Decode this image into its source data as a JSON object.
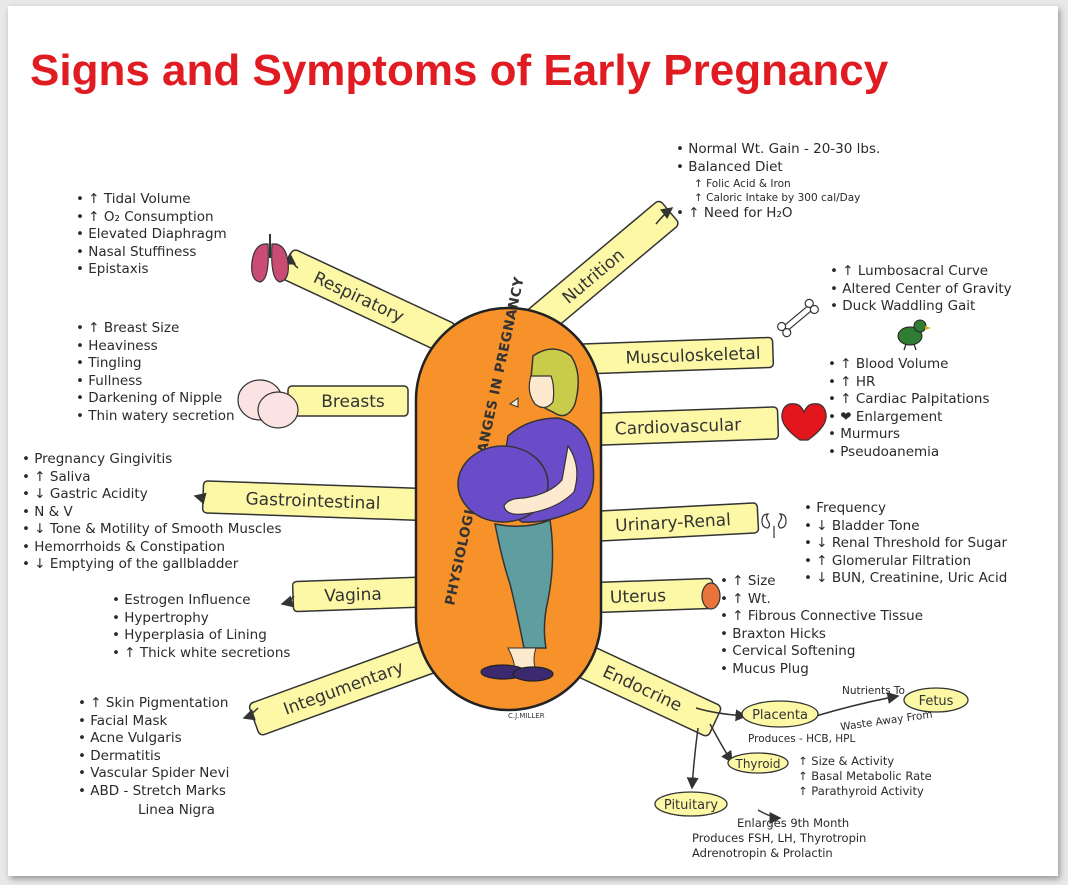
{
  "title": "Signs and Symptoms of Early Pregnancy",
  "center_label": "PHYSIOLOGICAL CHANGES IN PREGNANCY",
  "signature": "C.J.MILLER",
  "systems": {
    "respiratory": "Respiratory",
    "nutrition": "Nutrition",
    "musculoskeletal": "Musculoskeletal",
    "breasts": "Breasts",
    "cardiovascular": "Cardiovascular",
    "gastrointestinal": "Gastrointestinal",
    "urinary": "Urinary-Renal",
    "vagina": "Vagina",
    "uterus": "Uterus",
    "integumentary": "Integumentary",
    "endocrine": "Endocrine"
  },
  "respiratory_items": [
    "↑ Tidal Volume",
    "↑ O₂ Consumption",
    "Elevated Diaphragm",
    "Nasal Stuffiness",
    "Epistaxis"
  ],
  "nutrition_items": [
    "Normal Wt. Gain - 20-30 lbs.",
    "Balanced Diet"
  ],
  "nutrition_sub": [
    "↑ Folic Acid & Iron",
    "↑ Caloric Intake by 300 cal/Day"
  ],
  "nutrition_last": "↑ Need for H₂O",
  "musculo_items": [
    "↑ Lumbosacral Curve",
    "Altered Center of Gravity",
    "Duck Waddling Gait"
  ],
  "breast_items": [
    "↑ Breast Size",
    "Heaviness",
    "Tingling",
    "Fullness",
    "Darkening of Nipple",
    "Thin watery secretion"
  ],
  "cardio_items": [
    "↑ Blood Volume",
    "↑ HR",
    "↑ Cardiac Palpitations",
    "❤ Enlargement",
    "Murmurs",
    "Pseudoanemia"
  ],
  "gi_items": [
    "Pregnancy Gingivitis",
    "↑ Saliva",
    "↓ Gastric Acidity",
    "N & V",
    "↓ Tone & Motility of Smooth Muscles",
    "Hemorrhoids & Constipation",
    "↓ Emptying of the gallbladder"
  ],
  "urinary_items": [
    "Frequency",
    "↓ Bladder Tone",
    "↓ Renal Threshold for Sugar",
    "↑ Glomerular Filtration",
    "↓ BUN, Creatinine, Uric Acid"
  ],
  "vagina_items": [
    "Estrogen Influence",
    "Hypertrophy",
    "Hyperplasia of Lining",
    "↑ Thick white secretions"
  ],
  "uterus_items": [
    "↑ Size",
    "↑ Wt.",
    "↑ Fibrous Connective Tissue",
    "Braxton Hicks",
    "Cervical Softening",
    "Mucus Plug"
  ],
  "integ_items": [
    "↑ Skin Pigmentation",
    "Facial Mask",
    "Acne Vulgaris",
    "Dermatitis",
    "Vascular Spider Nevi",
    "ABD - Stretch Marks"
  ],
  "integ_last": "Linea Nigra",
  "endocrine": {
    "placenta": "Placenta",
    "fetus": "Fetus",
    "nutrients_to": "Nutrients To",
    "waste_away_from": "Waste Away From",
    "produces": "Produces - HCB, HPL",
    "thyroid": "Thyroid",
    "thyroid_items": [
      "↑ Size & Activity",
      "↑ Basal Metabolic Rate",
      "↑ Parathyroid Activity"
    ],
    "pituitary": "Pituitary",
    "pituitary_items": [
      "Enlarges 9th Month",
      "Produces FSH, LH, Thyrotropin",
      "Adrenotropin & Prolactin"
    ]
  },
  "colors": {
    "title": "#e11b22",
    "band": "#fdf8a6",
    "oval": "#f7922b",
    "shirt": "#6a4cc8",
    "pants": "#5f9ea0",
    "hair": "#c8cc4a",
    "heart": "#e2161c",
    "lungs": "#c94c75"
  }
}
